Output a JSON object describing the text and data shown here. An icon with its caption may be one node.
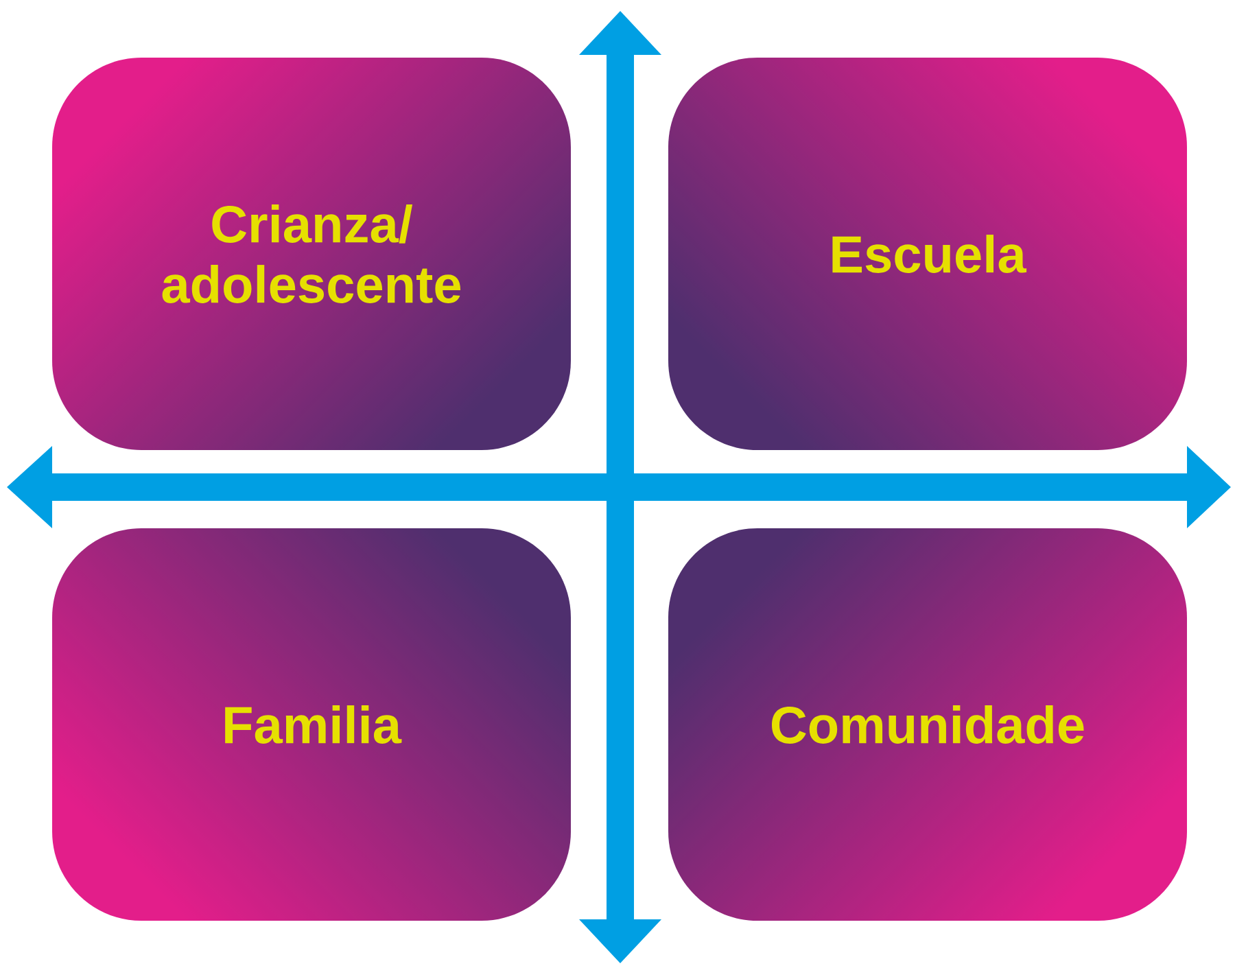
{
  "diagram": {
    "nodes": [
      {
        "text": [
          "Crianza/ adolescente"
        ]
      },
      {
        "text": [
          "Escuela"
        ]
      },
      {
        "text": [
          "Familia"
        ]
      },
      {
        "text": [
          "Comunidade"
        ]
      }
    ]
  }
}
